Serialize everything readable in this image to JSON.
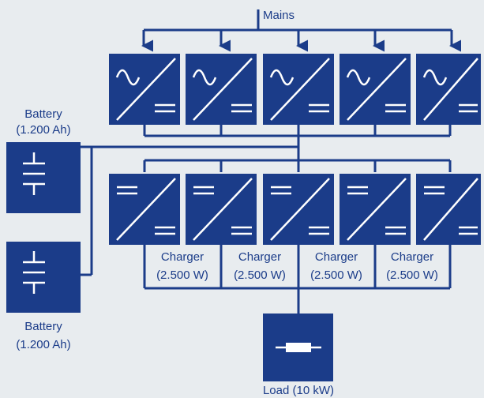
{
  "mains_label": "Mains",
  "batteries": [
    {
      "label": "Battery",
      "capacity": "(1.200 Ah)"
    },
    {
      "label": "Battery",
      "capacity": "(1.200 Ah)"
    }
  ],
  "inverters": [
    {
      "name": "ac-dc-rectifier-1"
    },
    {
      "name": "ac-dc-rectifier-2"
    },
    {
      "name": "ac-dc-rectifier-3"
    },
    {
      "name": "ac-dc-rectifier-4"
    },
    {
      "name": "ac-dc-rectifier-5"
    }
  ],
  "converters": [
    {
      "name": "dc-dc-converter-1"
    },
    {
      "name": "dc-dc-converter-2"
    },
    {
      "name": "dc-dc-converter-3"
    },
    {
      "name": "dc-dc-converter-4"
    },
    {
      "name": "dc-dc-converter-5"
    }
  ],
  "chargers": [
    {
      "label": "Charger",
      "power": "(2.500 W)"
    },
    {
      "label": "Charger",
      "power": "(2.500 W)"
    },
    {
      "label": "Charger",
      "power": "(2.500 W)"
    },
    {
      "label": "Charger",
      "power": "(2.500 W)"
    }
  ],
  "load": {
    "label": "Load (10 kW)"
  },
  "colors": {
    "primary": "#1b3c89",
    "background": "#e8ecef",
    "symbol": "#ffffff"
  }
}
